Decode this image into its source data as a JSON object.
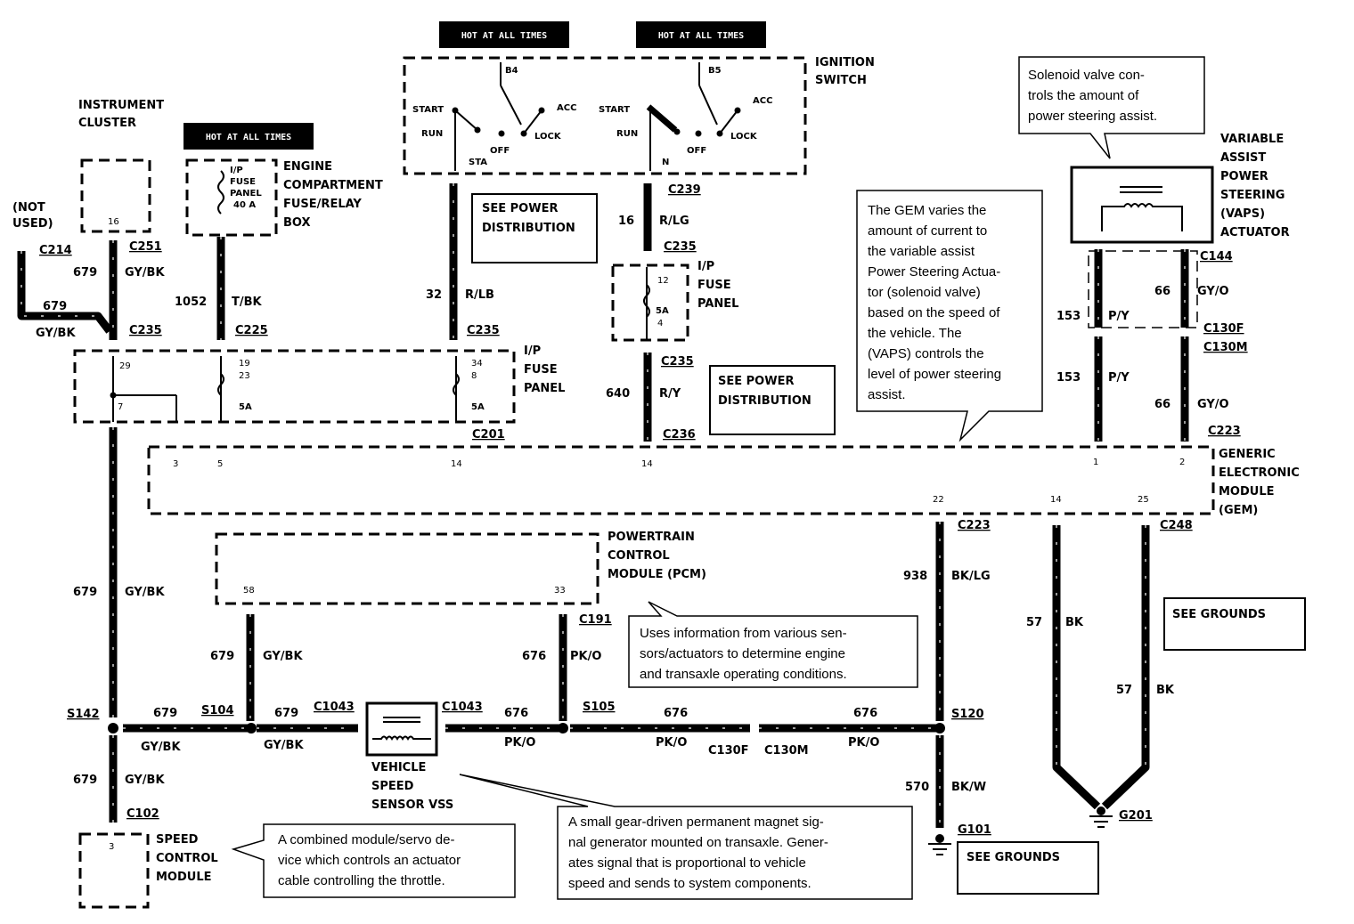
{
  "hot_label": "HOT AT ALL TIMES",
  "ignition_switch": {
    "title": "IGNITION SWITCH",
    "positions_left": {
      "start": "START",
      "run": "RUN",
      "off": "OFF",
      "acc": "ACC",
      "lock": "LOCK",
      "terminal": "B4",
      "out": "STA"
    },
    "positions_right": {
      "start": "START",
      "run": "RUN",
      "off": "OFF",
      "acc": "ACC",
      "lock": "LOCK",
      "terminal": "B5",
      "out": "N"
    }
  },
  "modules": {
    "instrument_cluster": "INSTRUMENT CLUSTER",
    "engine_compartment_box": "ENGINE COMPARTMENT FUSE/RELAY BOX",
    "ip_fuse_panel": "I/P FUSE PANEL",
    "vaps_actuator": "VARIABLE ASSIST POWER STEERING (VAPS) ACTUATOR",
    "gem": "GENERIC ELECTRONIC MODULE (GEM)",
    "pcm": "POWERTRAIN CONTROL MODULE (PCM)",
    "vss": "VEHICLE SPEED SENSOR VSS",
    "speed_control": "SPEED CONTROL MODULE",
    "not_used": "(NOT USED)"
  },
  "notes": {
    "solenoid": "Solenoid valve controls the amount of power steering assist.",
    "gem": "The GEM varies the amount of current to the variable assist Power Steering Actuator (solenoid valve) based on the speed of the vehicle. The (VAPS) controls the level of power steering assist.",
    "pcm": "Uses information from various sensors/actuators to determine engine and transaxle operating conditions.",
    "vss": "A small gear-driven permanent magnet signal generator mounted on transaxle. Generates signal that is proportional to vehicle speed and sends to system components.",
    "speed_control": "A combined module/servo device which controls an actuator cable controlling the throttle."
  },
  "reference_boxes": {
    "see_power_distribution": "SEE POWER DISTRIBUTION",
    "see_grounds": "SEE GROUNDS"
  },
  "connectors": [
    "C214",
    "C251",
    "C235",
    "C225",
    "C239",
    "C201",
    "C236",
    "C144",
    "C130F",
    "C130M",
    "C223",
    "C248",
    "C191",
    "C1043",
    "C102",
    "G101",
    "G201"
  ],
  "splices": [
    "S142",
    "S104",
    "S105",
    "S120"
  ],
  "fuse_labels": {
    "ip_fuse_a": "I/P FUSE PANEL",
    "fuse_40a": "40 A",
    "fuse_5a": "5A"
  },
  "pins": {
    "cluster": "16",
    "cluster_b": "29",
    "cluster_c": "7",
    "ip_1": "19",
    "ip_2": "23",
    "ip_3": "34",
    "ip_4": "8",
    "ip_r1": "12",
    "ip_r2": "4",
    "gem_3": "3",
    "gem_5": "5",
    "gem_14a": "14",
    "gem_14b": "14",
    "gem_1": "1",
    "gem_2": "2",
    "gem_22": "22",
    "gem_14c": "14",
    "gem_25": "25",
    "pcm_58": "58",
    "pcm_33": "33",
    "scm_3": "3"
  },
  "wires": {
    "w679": "679",
    "gybk": "GY/BK",
    "w1052": "1052",
    "tbk": "T/BK",
    "w32": "32",
    "rlb": "R/LB",
    "w16": "16",
    "rlg": "R/LG",
    "w640": "640",
    "ry": "R/Y",
    "w153": "153",
    "py": "P/Y",
    "w66": "66",
    "gyo": "GY/O",
    "w938": "938",
    "bklg": "BK/LG",
    "w57": "57",
    "bk": "BK",
    "w676": "676",
    "pko": "PK/O",
    "w570": "570",
    "bkw": "BK/W"
  }
}
